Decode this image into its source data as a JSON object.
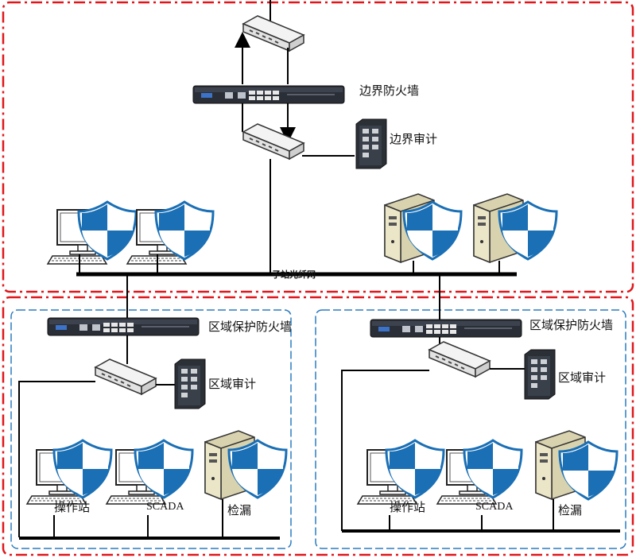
{
  "top": {
    "border_firewall_label": "边界防火墙",
    "border_audit_label": "边界审计",
    "bus_label": "子站光纤网"
  },
  "zone_left": {
    "firewall_label": "区域保护防火墙",
    "audit_label": "区域审计",
    "operator_label": "操作站",
    "scada_label": "SCADA",
    "scan_label": "检漏"
  },
  "zone_right": {
    "firewall_label": "区域保护防火墙",
    "audit_label": "区域审计",
    "operator_label": "操作站",
    "scada_label": "SCADA",
    "scan_label": "检漏"
  },
  "colors": {
    "outer_border": "#e0161b",
    "zone_border": "#2a7bbf",
    "shield_blue": "#1a6fb5",
    "line": "#000000"
  }
}
